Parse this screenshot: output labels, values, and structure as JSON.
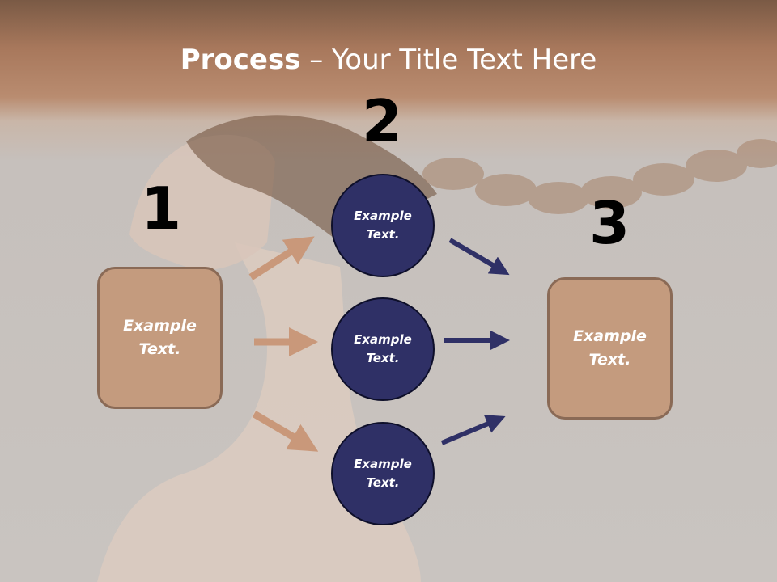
{
  "title": {
    "bold": "Process",
    "rest": " – Your Title Text Here"
  },
  "numbers": {
    "one": "1",
    "two": "2",
    "three": "3"
  },
  "left_box": {
    "text": "Example\nText."
  },
  "right_box": {
    "text": "Example\nText."
  },
  "circles": [
    {
      "text": "Example\nText."
    },
    {
      "text": "Example\nText."
    },
    {
      "text": "Example\nText."
    }
  ],
  "colors": {
    "box_fill": "#c49b7e",
    "box_border": "#8a6a56",
    "circle_fill": "#2f3066",
    "arrow_tan": "#c9987a",
    "arrow_navy": "#2f3066"
  }
}
